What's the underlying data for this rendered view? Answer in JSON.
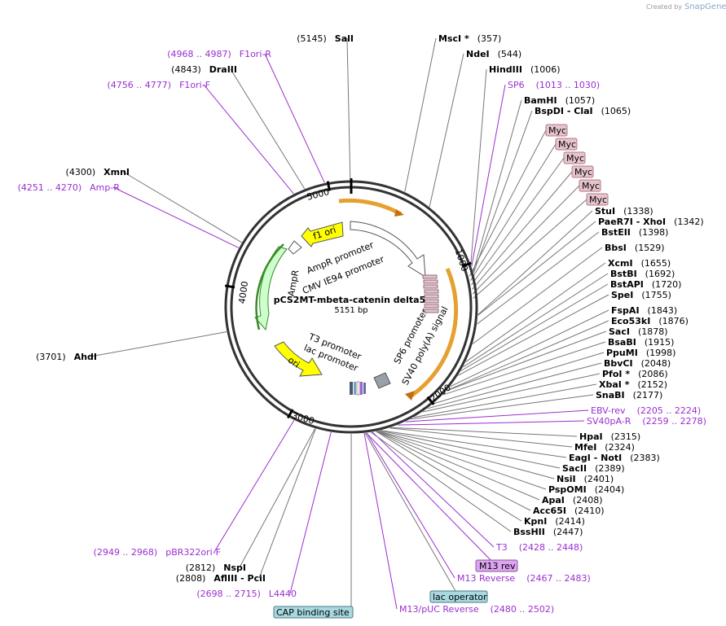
{
  "branding": {
    "created_by": "Created by",
    "product": "SnapGene"
  },
  "plasmid": {
    "name": "pCS2MT-mbeta-catenin delta5",
    "length_label": "5151 bp"
  },
  "ticks": [
    "1000",
    "2000",
    "3000",
    "4000",
    "5000"
  ],
  "features": {
    "f1_ori": "f1 ori",
    "ori": "ori",
    "ampr": "AmpR",
    "ampr_promoter": "AmpR promoter",
    "cmv_promoter": "CMV IE94 promoter",
    "sp6_promoter": "SP6 promoter",
    "sv40": "SV40 poly(A) signal",
    "t3_promoter": "T3 promoter",
    "lac_promoter": "lac promoter"
  },
  "enzymes": [
    {
      "name": "SalI",
      "star": "",
      "pos": "(5145)",
      "side": "left",
      "bp": 5145
    },
    {
      "name": "DraIII",
      "star": "",
      "pos": "(4843)",
      "side": "left",
      "bp": 4843
    },
    {
      "name": "XmnI",
      "star": "",
      "pos": "(4300)",
      "side": "left",
      "bp": 4300
    },
    {
      "name": "AhdI",
      "star": "",
      "pos": "(3701)",
      "side": "left",
      "bp": 3701
    },
    {
      "name": "NspI",
      "star": "",
      "pos": "(2812)",
      "side": "left",
      "bp": 2812
    },
    {
      "name": "AflIII - PciI",
      "star": "",
      "pos": "(2808)",
      "side": "left",
      "bp": 2808
    },
    {
      "name": "MscI",
      "star": " *",
      "pos": "(357)",
      "side": "right",
      "bp": 357
    },
    {
      "name": "NdeI",
      "star": "",
      "pos": "(544)",
      "side": "right",
      "bp": 544
    },
    {
      "name": "HindIII",
      "star": "",
      "pos": "(1006)",
      "side": "right",
      "bp": 1006
    },
    {
      "name": "BamHI",
      "star": "",
      "pos": "(1057)",
      "side": "right",
      "bp": 1057
    },
    {
      "name": "BspDI - ClaI",
      "star": "",
      "pos": "(1065)",
      "side": "right",
      "bp": 1065
    },
    {
      "name": "StuI",
      "star": "",
      "pos": "(1338)",
      "side": "right",
      "bp": 1338
    },
    {
      "name": "PaeR7I - XhoI",
      "star": "",
      "pos": "(1342)",
      "side": "right",
      "bp": 1342
    },
    {
      "name": "BstEII",
      "star": "",
      "pos": "(1398)",
      "side": "right",
      "bp": 1398
    },
    {
      "name": "BbsI",
      "star": "",
      "pos": "(1529)",
      "side": "right",
      "bp": 1529
    },
    {
      "name": "XcmI",
      "star": "",
      "pos": "(1655)",
      "side": "right",
      "bp": 1655
    },
    {
      "name": "BstBI",
      "star": "",
      "pos": "(1692)",
      "side": "right",
      "bp": 1692
    },
    {
      "name": "BstAPI",
      "star": "",
      "pos": "(1720)",
      "side": "right",
      "bp": 1720
    },
    {
      "name": "SpeI",
      "star": "",
      "pos": "(1755)",
      "side": "right",
      "bp": 1755
    },
    {
      "name": "FspAI",
      "star": "",
      "pos": "(1843)",
      "side": "right",
      "bp": 1843
    },
    {
      "name": "Eco53kI",
      "star": "",
      "pos": "(1876)",
      "side": "right",
      "bp": 1876
    },
    {
      "name": "SacI",
      "star": "",
      "pos": "(1878)",
      "side": "right",
      "bp": 1878
    },
    {
      "name": "BsaBI",
      "star": "",
      "pos": "(1915)",
      "side": "right",
      "bp": 1915
    },
    {
      "name": "PpuMI",
      "star": "",
      "pos": "(1998)",
      "side": "right",
      "bp": 1998
    },
    {
      "name": "BbvCI",
      "star": "",
      "pos": "(2048)",
      "side": "right",
      "bp": 2048
    },
    {
      "name": "PfoI",
      "star": " *",
      "pos": "(2086)",
      "side": "right",
      "bp": 2086
    },
    {
      "name": "XbaI",
      "star": " *",
      "pos": "(2152)",
      "side": "right",
      "bp": 2152
    },
    {
      "name": "SnaBI",
      "star": "",
      "pos": "(2177)",
      "side": "right",
      "bp": 2177
    },
    {
      "name": "HpaI",
      "star": "",
      "pos": "(2315)",
      "side": "right",
      "bp": 2315
    },
    {
      "name": "MfeI",
      "star": "",
      "pos": "(2324)",
      "side": "right",
      "bp": 2324
    },
    {
      "name": "EagI - NotI",
      "star": "",
      "pos": "(2383)",
      "side": "right",
      "bp": 2383
    },
    {
      "name": "SacII",
      "star": "",
      "pos": "(2389)",
      "side": "right",
      "bp": 2389
    },
    {
      "name": "NsiI",
      "star": "",
      "pos": "(2401)",
      "side": "right",
      "bp": 2401
    },
    {
      "name": "PspOMI",
      "star": "",
      "pos": "(2404)",
      "side": "right",
      "bp": 2404
    },
    {
      "name": "ApaI",
      "star": "",
      "pos": "(2408)",
      "side": "right",
      "bp": 2408
    },
    {
      "name": "Acc65I",
      "star": "",
      "pos": "(2410)",
      "side": "right",
      "bp": 2410
    },
    {
      "name": "KpnI",
      "star": "",
      "pos": "(2414)",
      "side": "right",
      "bp": 2414
    },
    {
      "name": "BssHII",
      "star": "",
      "pos": "(2447)",
      "side": "right",
      "bp": 2447
    }
  ],
  "primers": [
    {
      "name": "F1ori-R",
      "range": "(4968 .. 4987)",
      "side": "left",
      "bp": 4978
    },
    {
      "name": "F1ori-F",
      "range": "(4756 .. 4777)",
      "side": "left",
      "bp": 4766
    },
    {
      "name": "Amp-R",
      "range": "(4251 .. 4270)",
      "side": "left",
      "bp": 4260
    },
    {
      "name": "pBR322ori-F",
      "range": "(2949 .. 2968)",
      "side": "left",
      "bp": 2958
    },
    {
      "name": "L4440",
      "range": "(2698 .. 2715)",
      "side": "left",
      "bp": 2706
    },
    {
      "name": "SP6",
      "range": "(1013 .. 1030)",
      "side": "right",
      "bp": 1021
    },
    {
      "name": "EBV-rev",
      "range": "(2205 .. 2224)",
      "side": "right",
      "bp": 2214
    },
    {
      "name": "SV40pA-R",
      "range": "(2259 .. 2278)",
      "side": "right",
      "bp": 2268
    },
    {
      "name": "T3",
      "range": "(2428 .. 2448)",
      "side": "right",
      "bp": 2438
    },
    {
      "name": "M13 Reverse",
      "range": "(2467 .. 2483)",
      "side": "right",
      "bp": 2475
    },
    {
      "name": "M13/pUC Reverse",
      "range": "(2480 .. 2502)",
      "side": "right",
      "bp": 2491
    }
  ],
  "myc_tags": [
    "Myc",
    "Myc",
    "Myc",
    "Myc",
    "Myc",
    "Myc"
  ],
  "bottom_badges": {
    "m13_rev": "M13 rev",
    "lac_operator": "lac operator",
    "cap_binding_site": "CAP binding site"
  },
  "colors": {
    "backbone": "#333333",
    "yellow": "#ffff00",
    "green": "#ccffcc",
    "green_stroke": "#3a8a2a",
    "orange": "#e6a030",
    "purple_text": "#9b2ed0",
    "myc_fill": "#e6c4cc",
    "myc_stroke": "#b07a88",
    "m13_rev_fill": "#dda4ef",
    "teal_fill": "#a8d8e0"
  }
}
